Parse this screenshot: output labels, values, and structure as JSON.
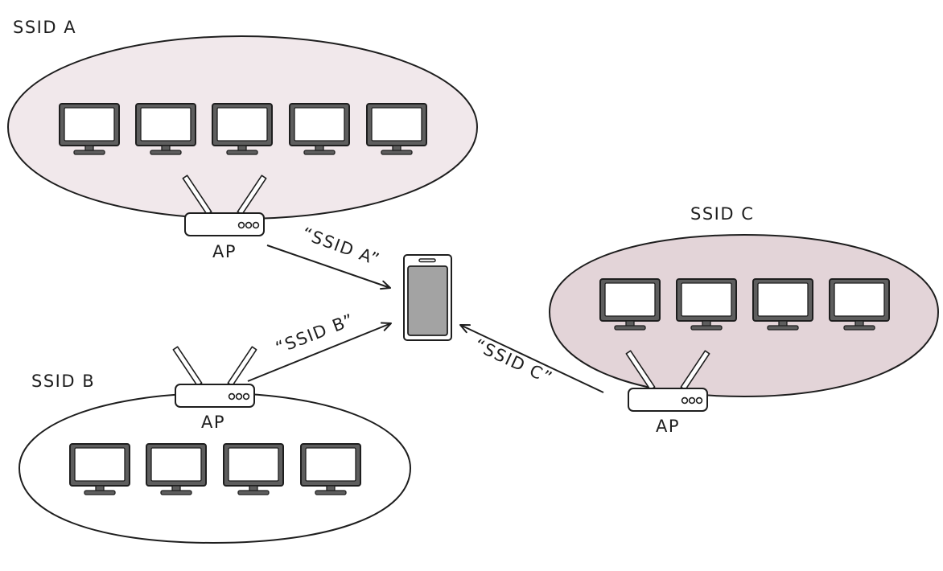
{
  "colors": {
    "ink": "#1e1e1e",
    "network_a_fill": "#f1e8eb",
    "network_b_fill": "#ffffff",
    "network_c_fill": "#e3d4d8",
    "monitor_frame": "#5e5e5e",
    "monitor_screen": "#ffffff",
    "phone_screen": "#a3a3a3",
    "router_body": "#ffffff"
  },
  "networks": [
    {
      "id": "a",
      "label": "SSID A",
      "ap_label": "AP",
      "monitor_count": 5,
      "fill_key": "network_a_fill"
    },
    {
      "id": "b",
      "label": "SSID B",
      "ap_label": "AP",
      "monitor_count": 4,
      "fill_key": "network_b_fill"
    },
    {
      "id": "c",
      "label": "SSID C",
      "ap_label": "AP",
      "monitor_count": 4,
      "fill_key": "network_c_fill"
    }
  ],
  "broadcasts": [
    {
      "from": "a",
      "label": "“SSID A”"
    },
    {
      "from": "b",
      "label": "“SSID B”"
    },
    {
      "from": "c",
      "label": "“SSID C”"
    }
  ],
  "icons": {
    "monitor": "monitor-icon",
    "router": "router-icon",
    "phone": "smartphone-icon"
  }
}
